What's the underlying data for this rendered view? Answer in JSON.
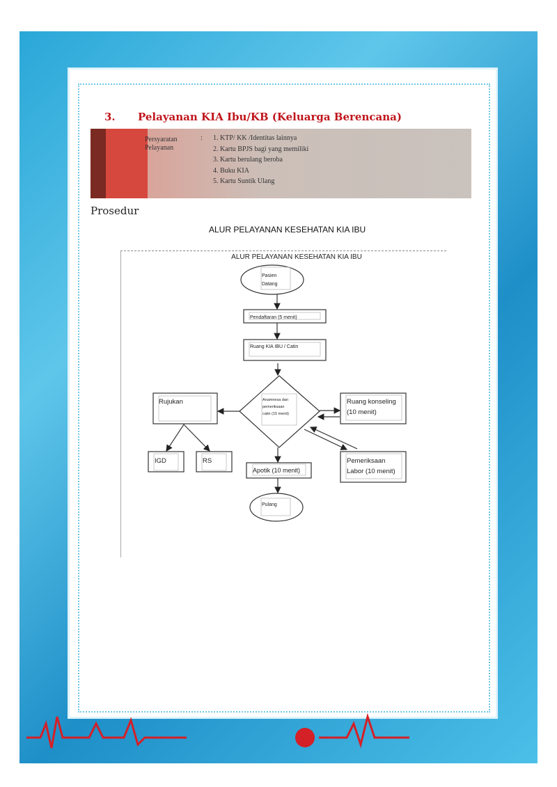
{
  "section": {
    "number": "3.",
    "title": "Pelayanan KIA Ibu/KB (Keluarga Berencana)"
  },
  "requirements": {
    "label": "Persyaratan Pelayanan",
    "colon": ":",
    "items": [
      "KTP/ KK /Identitas lainnya",
      "Kartu BPJS bagi yang memiliki",
      "Kartu berulang beroba",
      "Buku KIA",
      "Kartu Suntik Ulang"
    ]
  },
  "prosedur": "Prosedur",
  "flow_heading": "ALUR PELAYANAN KESEHATAN KIA IBU",
  "flowchart": {
    "title": "ALUR PELAYANAN KESEHATAN KIA IBU",
    "start_1": "Pasien",
    "start_2": "Datang",
    "pendaftaran": "Pendaftaran (5 menit)",
    "ruang_kia": "Ruang KIA IBU / Catin",
    "decision_1": "Anamnesa dan",
    "decision_2": "pemeriksaan",
    "decision_3": "catin (15 menit)",
    "rujukan": "Rujukan",
    "konseling_1": "Ruang konseling",
    "konseling_2": "(10 menit)",
    "igd": "IGD",
    "rs": "RS",
    "apotik": "Apotik (10 menit)",
    "labor_1": "Pemeriksaan",
    "labor_2": "Labor (10 menit)",
    "end": "Pulang"
  }
}
